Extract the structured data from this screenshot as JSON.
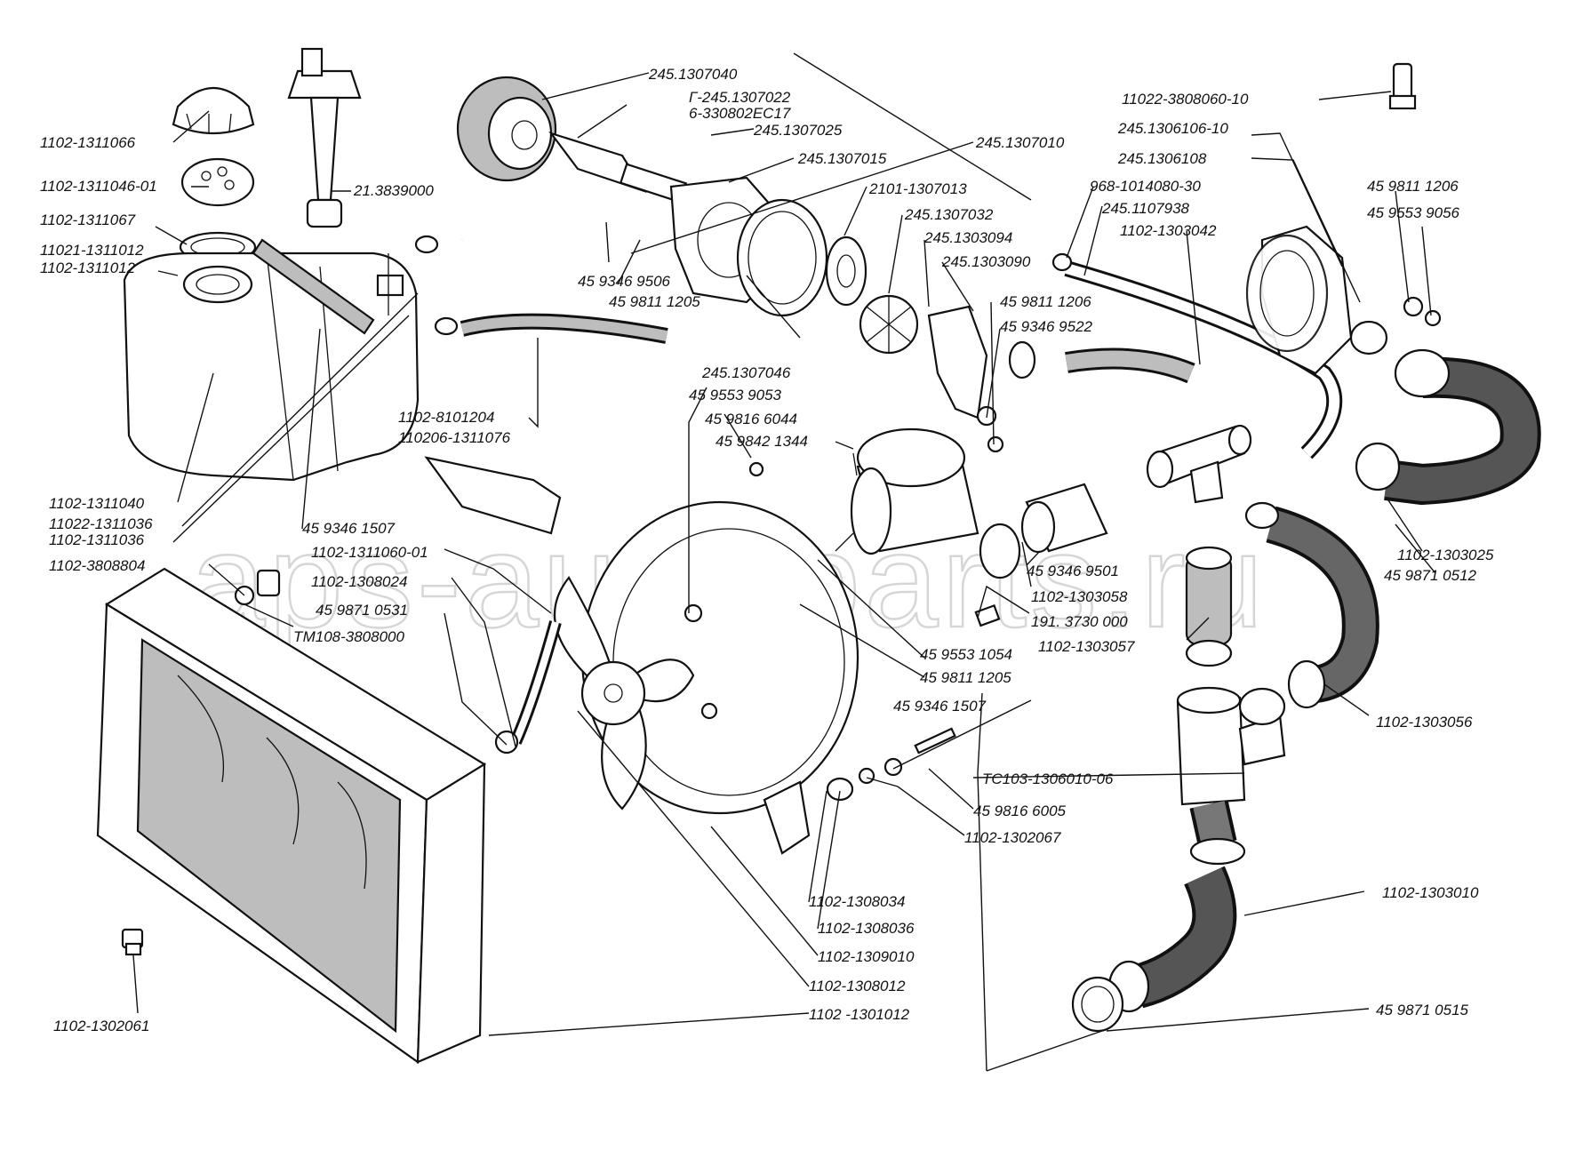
{
  "watermark": "aps-auto-parts.ru",
  "labels": [
    {
      "id": "p01",
      "text": "245.1307040"
    },
    {
      "id": "p02",
      "text": "Г-245.1307022"
    },
    {
      "id": "p03",
      "text": "6-330802ЕС17"
    },
    {
      "id": "p04",
      "text": "245.1307025"
    },
    {
      "id": "p05",
      "text": "245.1307010"
    },
    {
      "id": "p06",
      "text": "245.1307015"
    },
    {
      "id": "p07",
      "text": "2101-1307013"
    },
    {
      "id": "p08",
      "text": "245.1307032"
    },
    {
      "id": "p09",
      "text": "245.1303094"
    },
    {
      "id": "p10",
      "text": "245.1303090"
    },
    {
      "id": "p11",
      "text": "45 9811 1206"
    },
    {
      "id": "p12",
      "text": "45 9346 9522"
    },
    {
      "id": "p13",
      "text": "245.1307046"
    },
    {
      "id": "p14",
      "text": "1102-1311066"
    },
    {
      "id": "p15",
      "text": "1102-1311046-01"
    },
    {
      "id": "p16",
      "text": "21.3839000"
    },
    {
      "id": "p17",
      "text": "1102-1311067"
    },
    {
      "id": "p18",
      "text": "11021-1311012"
    },
    {
      "id": "p19",
      "text": "1102-1311012"
    },
    {
      "id": "p20",
      "text": "45 9346 9506"
    },
    {
      "id": "p21",
      "text": "45 9811 1205"
    },
    {
      "id": "p22",
      "text": "1102-8101204"
    },
    {
      "id": "p23",
      "text": "110206-1311076"
    },
    {
      "id": "p24",
      "text": "11022-3808060-10"
    },
    {
      "id": "p25",
      "text": "245.1306106-10"
    },
    {
      "id": "p26",
      "text": "245.1306108"
    },
    {
      "id": "p27",
      "text": "968-1014080-30"
    },
    {
      "id": "p28",
      "text": "245.1107938"
    },
    {
      "id": "p29",
      "text": "1102-1303042"
    },
    {
      "id": "p30",
      "text": "45 9811 1206"
    },
    {
      "id": "p31",
      "text": "45 9553 9056"
    },
    {
      "id": "p32",
      "text": "45 9553 9053"
    },
    {
      "id": "p33",
      "text": "45 9816 6044"
    },
    {
      "id": "p34",
      "text": "45 9842 1344"
    },
    {
      "id": "p35",
      "text": "1102-1311040"
    },
    {
      "id": "p36",
      "text": "11022-1311036"
    },
    {
      "id": "p37",
      "text": "1102-1311036"
    },
    {
      "id": "p38",
      "text": "45 9346 1507"
    },
    {
      "id": "p39",
      "text": "1102-3808804"
    },
    {
      "id": "p40",
      "text": "1102-1311060-01"
    },
    {
      "id": "p41",
      "text": "1102-1308024"
    },
    {
      "id": "p42",
      "text": "45 9871 0531"
    },
    {
      "id": "p43",
      "text": "ТМ108-3808000"
    },
    {
      "id": "p44",
      "text": "45 9346 9501"
    },
    {
      "id": "p45",
      "text": "1102-1303058"
    },
    {
      "id": "p46",
      "text": "191. 3730 000"
    },
    {
      "id": "p47",
      "text": "1102-1303057"
    },
    {
      "id": "p48",
      "text": "1102-1303025"
    },
    {
      "id": "p49",
      "text": "45 9871 0512"
    },
    {
      "id": "p50",
      "text": "45 9553 1054"
    },
    {
      "id": "p51",
      "text": "45 9811 1205"
    },
    {
      "id": "p52",
      "text": "45 9346 1507"
    },
    {
      "id": "p53",
      "text": "1102-1303056"
    },
    {
      "id": "p54",
      "text": "ТС103-1306010-06"
    },
    {
      "id": "p55",
      "text": "45 9816 6005"
    },
    {
      "id": "p56",
      "text": "1102-1302067"
    },
    {
      "id": "p57",
      "text": "1102-1303010"
    },
    {
      "id": "p58",
      "text": "1102-1308034"
    },
    {
      "id": "p59",
      "text": "1102-1308036"
    },
    {
      "id": "p60",
      "text": "1102-1309010"
    },
    {
      "id": "p61",
      "text": "1102-1308012"
    },
    {
      "id": "p62",
      "text": "1102 -1301012"
    },
    {
      "id": "p63",
      "text": "1102-1302061"
    },
    {
      "id": "p64",
      "text": "45 9871 0515"
    }
  ]
}
